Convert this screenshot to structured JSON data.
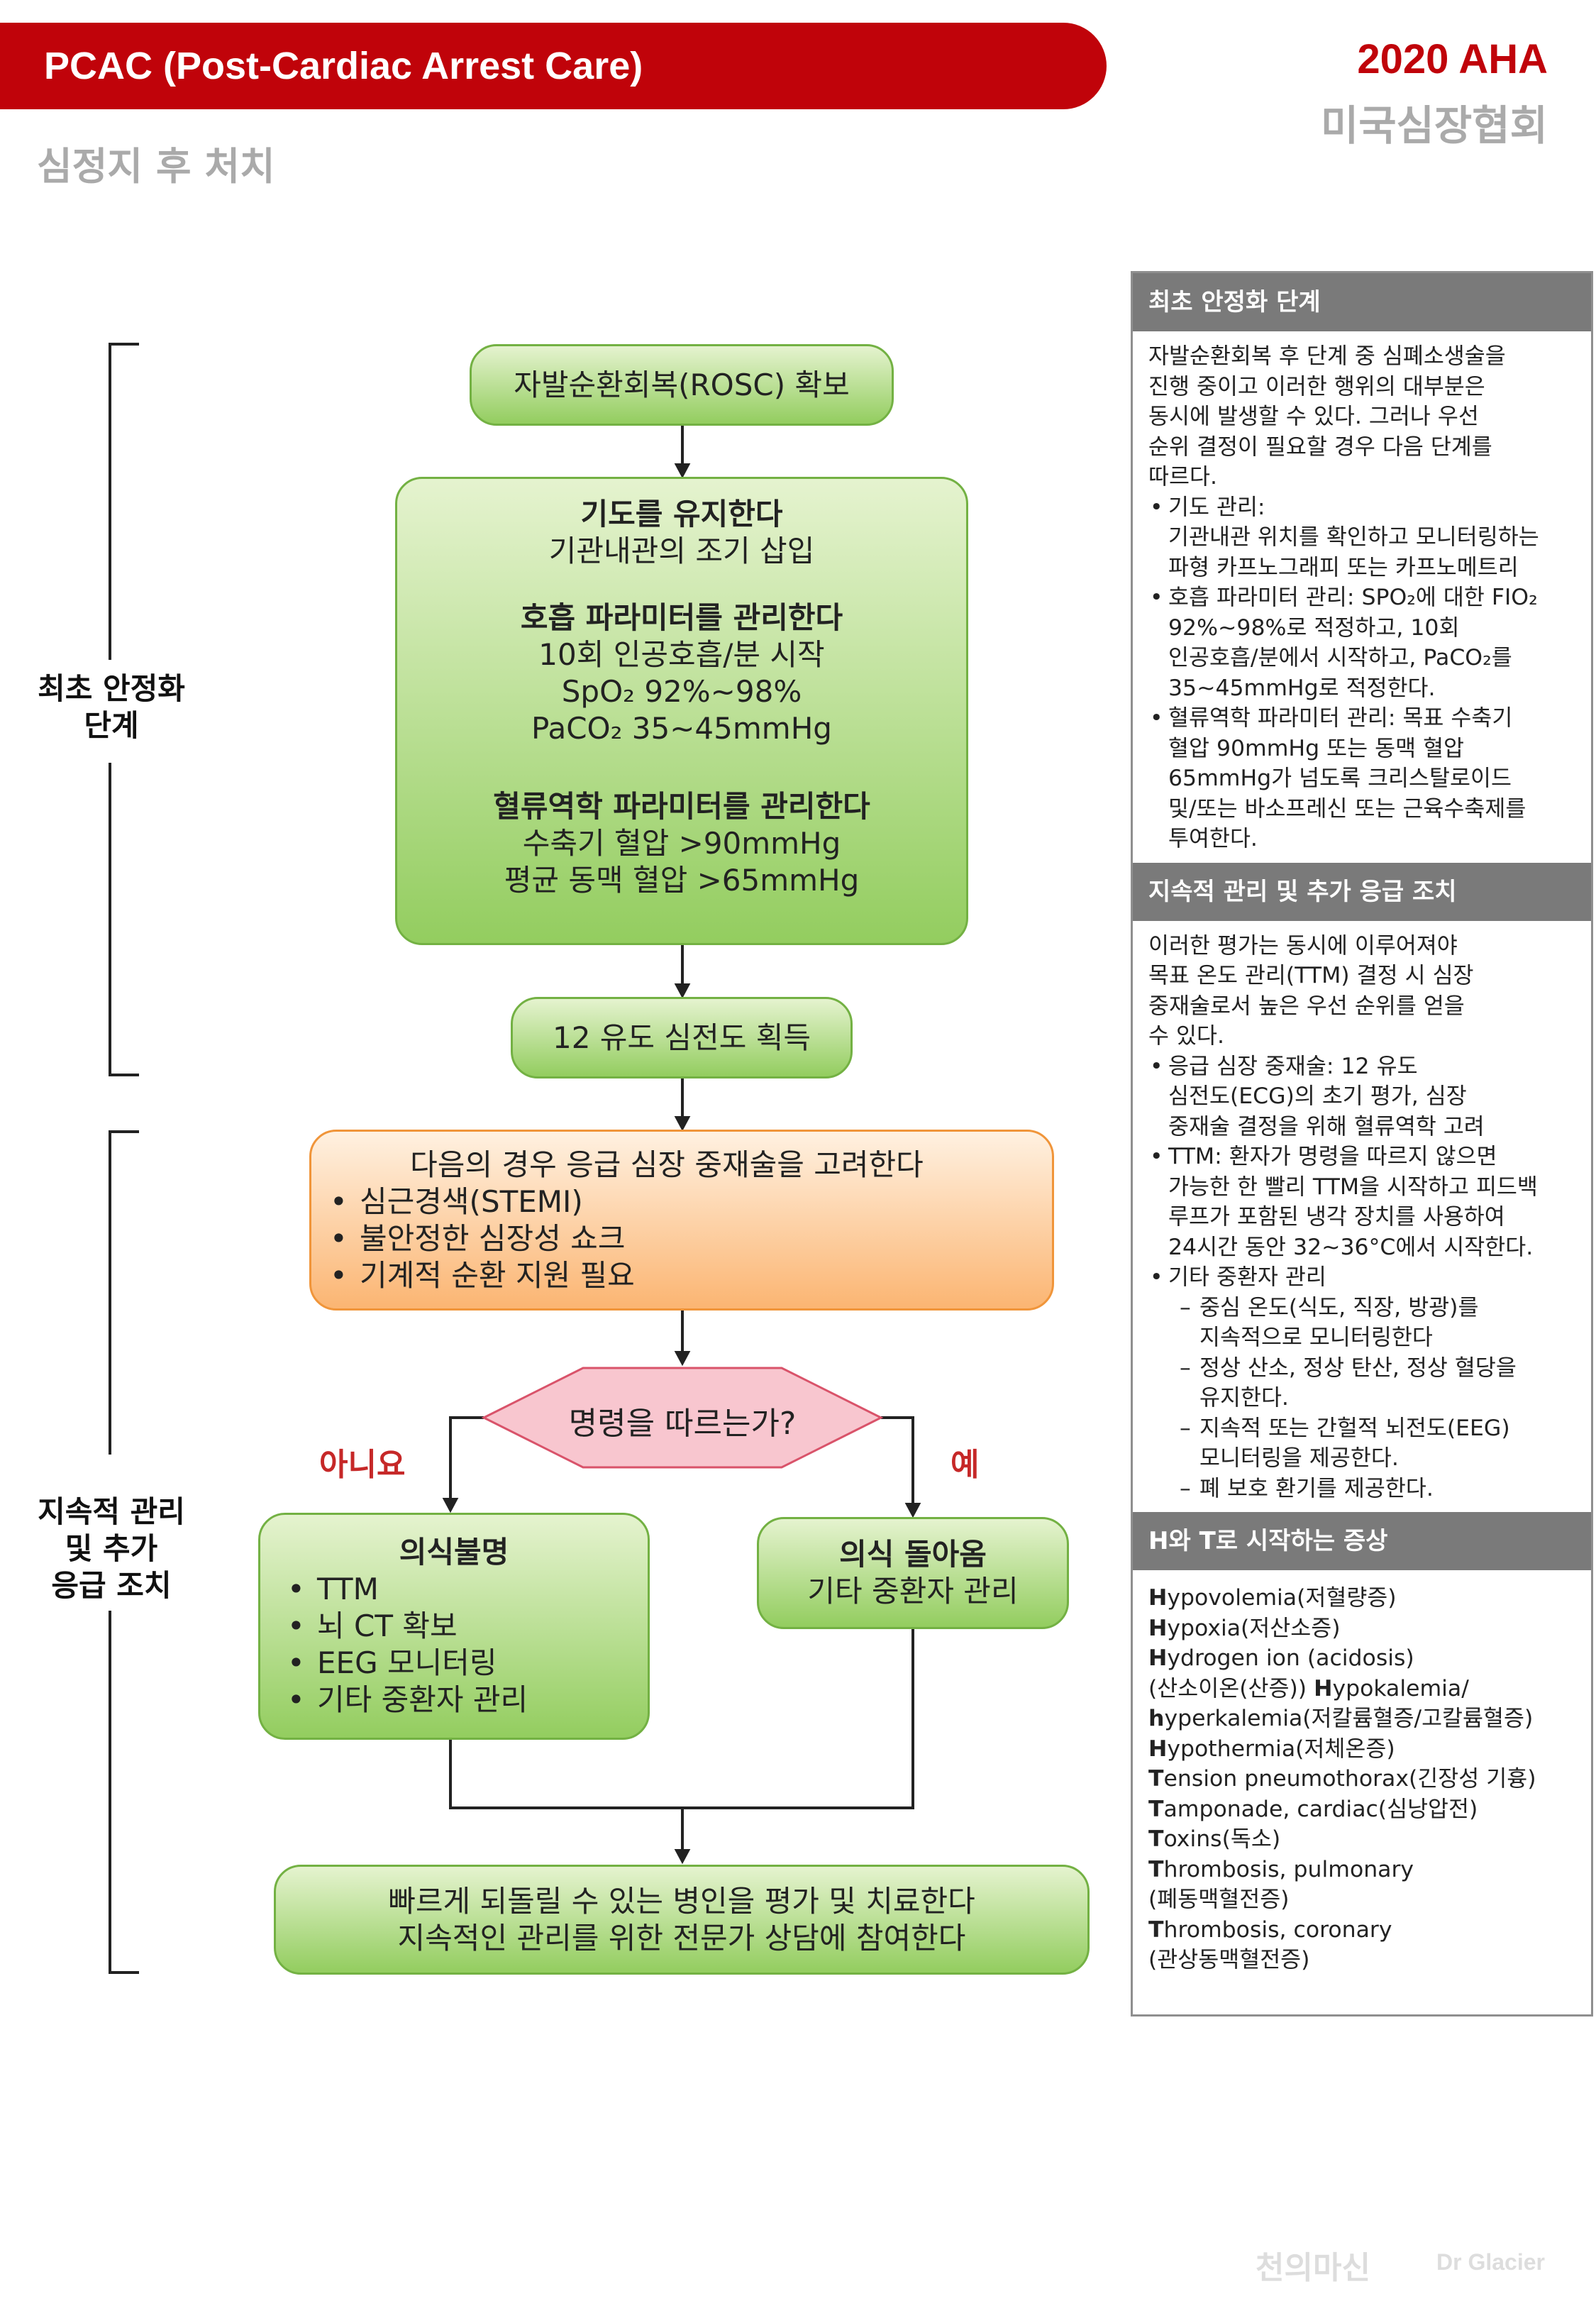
{
  "header": {
    "title": "PCAC  (Post-Cardiac Arrest Care)",
    "subtitle": "심정지 후 처치",
    "org_year": "2020 AHA",
    "org_name": "미국심장협회"
  },
  "phases": {
    "initial": [
      "최초 안정화",
      "단계"
    ],
    "ongoing": [
      "지속적 관리",
      "및 추가",
      "응급 조치"
    ]
  },
  "flow": {
    "rosc": "자발순환회복(ROSC) 확보",
    "airway_title": "기도를 유지한다",
    "airway_text": "기관내관의 조기 삽입",
    "resp_title": "호흡 파라미터를 관리한다",
    "resp_lines": [
      "10회 인공호흡/분 시작",
      "SpO₂ 92%~98%",
      "PaCO₂ 35~45mmHg"
    ],
    "hemo_title": "혈류역학 파라미터를 관리한다",
    "hemo_lines": [
      "수축기 혈압 >90mmHg",
      "평균 동맥 혈압 >65mmHg"
    ],
    "ecg": "12 유도 심전도 획득",
    "cardiac_title": "다음의 경우 응급 심장 중재술을 고려한다",
    "cardiac_items": [
      "심근경색(STEMI)",
      "불안정한 심장성 쇼크",
      "기계적 순환 지원 필요"
    ],
    "decision": "명령을 따르는가?",
    "no_label": "아니요",
    "yes_label": "예",
    "comatose_title": "의식불명",
    "comatose_items": [
      "TTM",
      "뇌 CT 확보",
      "EEG 모니터링",
      "기타 중환자 관리"
    ],
    "awake_title": "의식 돌아옴",
    "awake_text": "기타 중환자 관리",
    "final_lines": [
      "빠르게 되돌릴 수 있는 병인을 평가 및 치료한다",
      "지속적인 관리를 위한 전문가 상담에 참여한다"
    ]
  },
  "sidebar": {
    "s1_title": "최초 안정화 단계",
    "s1_intro": [
      "자발순환회복 후 단계 중 심폐소생술을",
      "진행 중이고 이러한 행위의 대부분은",
      "동시에 발생할 수 있다. 그러나 우선",
      "순위 결정이 필요할 경우 다음 단계를",
      "따르다."
    ],
    "s1_b1": [
      "기도 관리:",
      "기관내관 위치를 확인하고 모니터링하는",
      "파형 카프노그래피 또는 카프노메트리"
    ],
    "s1_b2": [
      "호흡 파라미터 관리: SPO₂에 대한 FIO₂",
      "92%~98%로 적정하고, 10회",
      "인공호흡/분에서 시작하고, PaCO₂를",
      "35~45mmHg로 적정한다."
    ],
    "s1_b3": [
      "혈류역학 파라미터 관리: 목표 수축기",
      "혈압 90mmHg 또는 동맥 혈압",
      "65mmHg가 넘도록 크리스탈로이드",
      "및/또는 바소프레신 또는 근육수축제를",
      "투여한다."
    ],
    "s2_title": "지속적 관리 및 추가 응급 조치",
    "s2_intro": [
      "이러한 평가는 동시에 이루어져야",
      "목표 온도 관리(TTM) 결정 시 심장",
      "중재술로서 높은 우선 순위를 얻을",
      "수 있다."
    ],
    "s2_b1": [
      "응급 심장 중재술: 12 유도",
      "심전도(ECG)의 초기 평가, 심장",
      "중재술 결정을 위해 혈류역학 고려"
    ],
    "s2_b2": [
      "TTM: 환자가 명령을 따르지 않으면",
      "가능한 한 빨리 TTM을 시작하고 피드백",
      "루프가 포함된 냉각 장치를 사용하여",
      "24시간 동안 32~36°C에서 시작한다."
    ],
    "s2_b3": "기타 중환자 관리",
    "s2_d1": [
      "중심 온도(식도, 직장, 방광)를",
      "지속적으로 모니터링한다"
    ],
    "s2_d2": [
      "정상 산소, 정상 탄산, 정상 혈당을",
      "유지한다."
    ],
    "s2_d3": [
      "지속적 또는 간헐적 뇌전도(EEG)",
      "모니터링을 제공한다."
    ],
    "s2_d4": "폐 보호 환기를 제공한다.",
    "s3_title": "H와 T로 시작하는 증상",
    "hts": [
      {
        "k": "H",
        "t": "ypovolemia(저혈량증)"
      },
      {
        "k": "H",
        "t": "ypoxia(저산소증)"
      },
      {
        "k": "H",
        "t": "ydrogen ion (acidosis)"
      },
      {
        "k": "",
        "t": "(산소이온(산증)) ",
        "k2": "H",
        "t2": "ypokalemia/"
      },
      {
        "k": "h",
        "t": "yperkalemia(저칼륨혈증/고칼륨혈증)"
      },
      {
        "k": "H",
        "t": "ypothermia(저체온증)"
      },
      {
        "k": "T",
        "t": "ension pneumothorax(긴장성 기흉)"
      },
      {
        "k": "T",
        "t": "amponade, cardiac(심낭압전)"
      },
      {
        "k": "T",
        "t": "oxins(독소)"
      },
      {
        "k": "T",
        "t": "hrombosis, pulmonary"
      },
      {
        "k": "",
        "t": "(폐동맥혈전증)"
      },
      {
        "k": "T",
        "t": "hrombosis, coronary"
      },
      {
        "k": "",
        "t": "(관상동맥혈전증)"
      }
    ]
  },
  "watermark": {
    "handle": "천의마신",
    "name": "Dr Glacier"
  },
  "colors": {
    "brand_red": "#c0030a",
    "green_border": "#73b143",
    "orange_border": "#f0953a",
    "decision_fill": "#f8c6cf",
    "decision_border": "#d9536a",
    "side_header": "#7a7a7a"
  }
}
